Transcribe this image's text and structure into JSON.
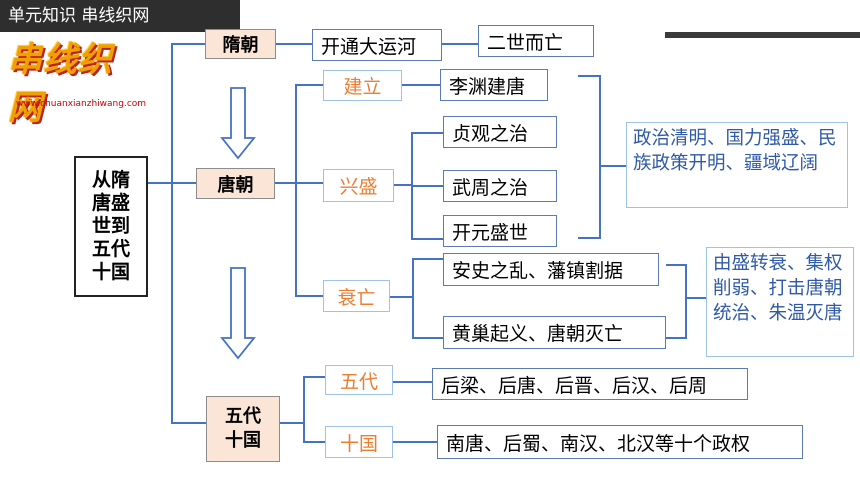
{
  "header": {
    "title": "单元知识 串线织网",
    "logo_text": "串线织网",
    "logo_sub": "www.chuanxianzhiwang.com"
  },
  "root": {
    "lines": [
      "从隋",
      "唐盛",
      "世到",
      "五代",
      "十国"
    ]
  },
  "sui": {
    "title": "隋朝",
    "event": "开通大运河",
    "result": "二世而亡"
  },
  "tang": {
    "title": "唐朝",
    "founding": {
      "label": "建立",
      "event": "李渊建唐"
    },
    "prosperity": {
      "label": "兴盛",
      "events": [
        "贞观之治",
        "武周之治",
        "开元盛世"
      ],
      "summary": "政治清明、国力强盛、民族政策开明、疆域辽阔"
    },
    "decline": {
      "label": "衰亡",
      "events": [
        "安史之乱、藩镇割据",
        "黄巢起义、唐朝灭亡"
      ],
      "summary": "由盛转衰、集权削弱、打击唐朝统治、朱温灭唐"
    }
  },
  "five": {
    "title_lines": [
      "五代",
      "十国"
    ],
    "dynasties": {
      "label": "五代",
      "list": "后梁、后唐、后晋、后汉、后周"
    },
    "kingdoms": {
      "label": "十国",
      "list": "南唐、后蜀、南汉、北汉等十个政权"
    }
  },
  "colors": {
    "line": "#4472c4",
    "orange": "#ed7d31",
    "blue_text": "#2f5aa8",
    "era_fill": "#fbe5d6"
  }
}
